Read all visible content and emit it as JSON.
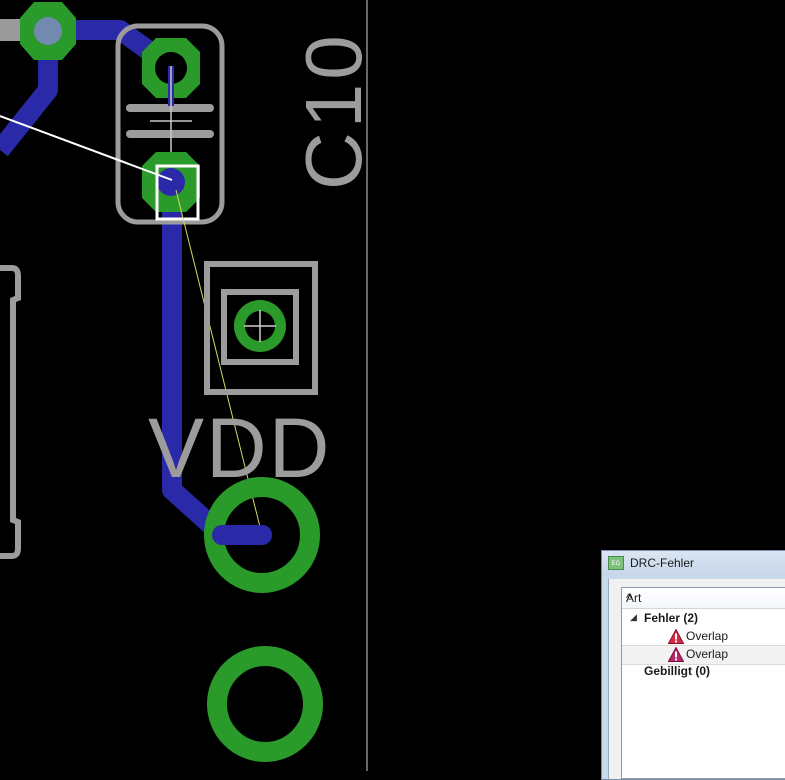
{
  "board": {
    "component_label": "C10",
    "net_label": "VDD",
    "colors": {
      "background": "#000000",
      "pad": "#2a9a2a",
      "trace": "#2a2aa8",
      "silkscreen": "#9c9c9c",
      "airwire": "#ffffff",
      "divider": "#d0d0d0"
    }
  },
  "drc_dialog": {
    "title": "DRC-Fehler",
    "app_icon": "eagle-app-icon",
    "column_header": "Art",
    "groups": [
      {
        "label": "Fehler (2)",
        "expanded": true,
        "items": [
          {
            "label": "Overlap",
            "icon": "warning-icon"
          },
          {
            "label": "Overlap",
            "icon": "warning-icon",
            "selected": true
          }
        ]
      },
      {
        "label": "Gebilligt (0)",
        "expanded": false,
        "items": []
      }
    ]
  }
}
